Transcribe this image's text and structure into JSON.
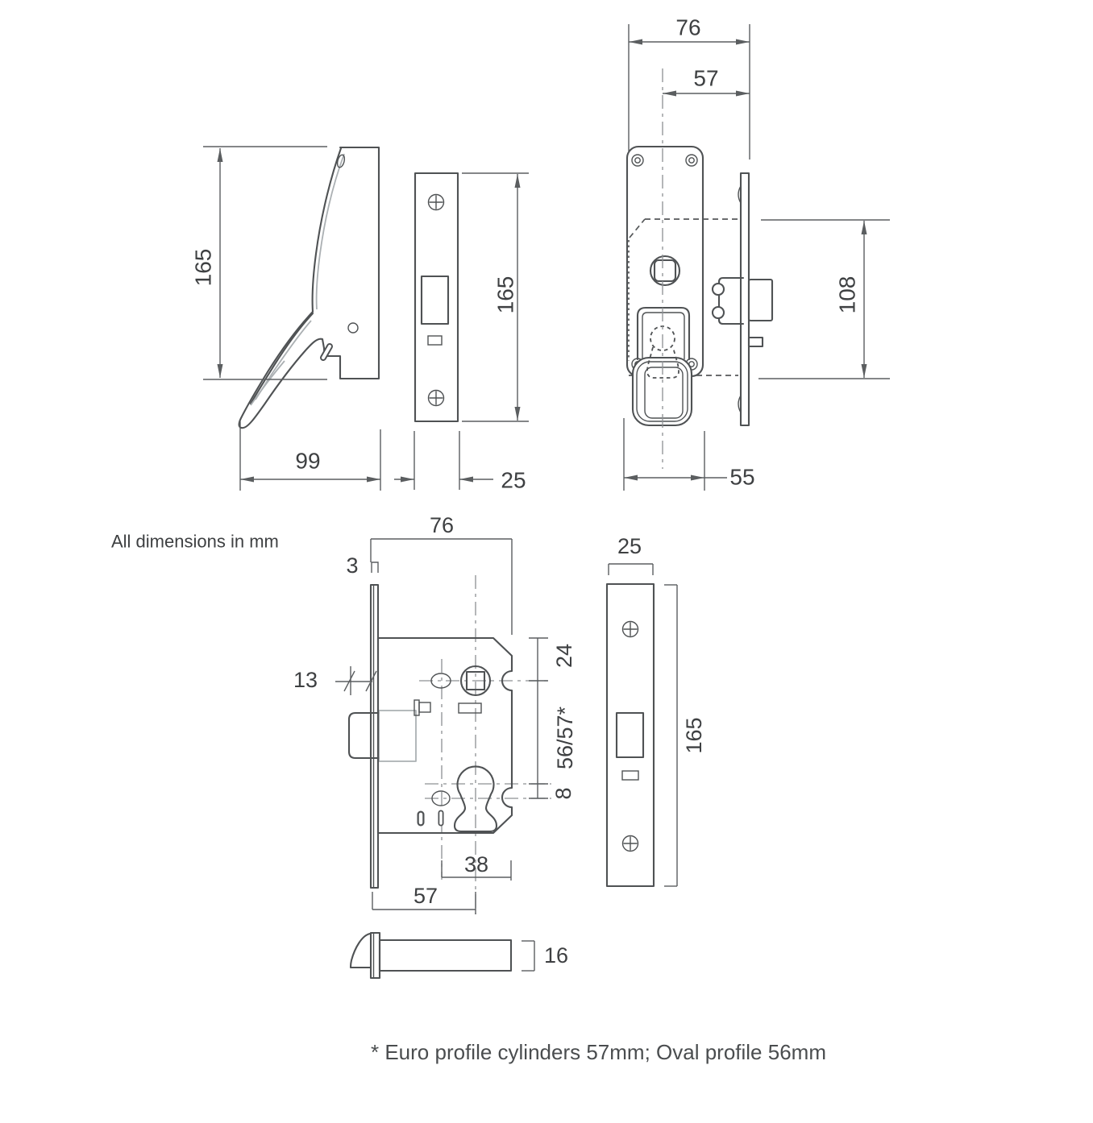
{
  "drawing": {
    "note": "All dimensions in mm",
    "footnote": "* Euro profile cylinders 57mm; Oval profile 56mm",
    "colors": {
      "line": "#4f5254",
      "light_line": "#abb0b3",
      "dim_line": "#5b5e60",
      "text": "#3e4042",
      "background": "#ffffff"
    },
    "views": {
      "handle_side": {
        "height": "165",
        "width": "99"
      },
      "faceplate_front": {
        "height": "165",
        "width": "25"
      },
      "lock_front": {
        "overall_width": "76",
        "backset": "57",
        "case_height": "108",
        "plate_width": "55"
      },
      "case_side": {
        "depth": "76",
        "plate_thickness": "3",
        "latch_projection": "13",
        "top_to_spindle": "24",
        "spindle_to_cylinder": "56/57*",
        "cylinder_offset": "8",
        "case_width": "38",
        "backset": "57"
      },
      "case_top": {
        "thickness": "16"
      },
      "faceplate_detail": {
        "width": "25",
        "height": "165"
      }
    }
  }
}
